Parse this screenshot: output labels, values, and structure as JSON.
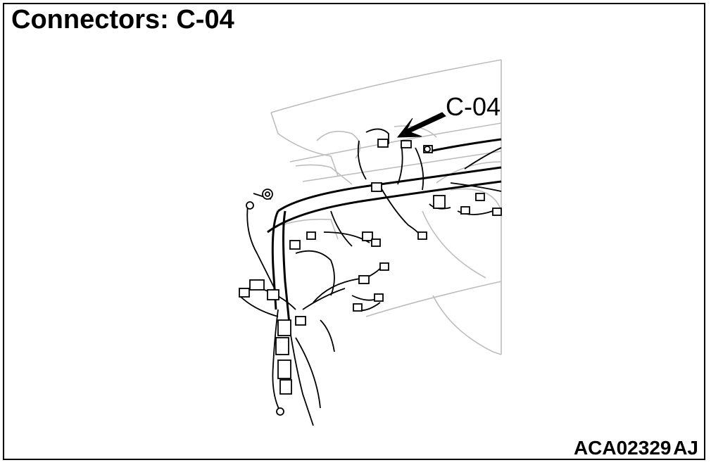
{
  "title": "Connectors: C-04",
  "callout_label": "C-04",
  "figure_code": "ACA02329 AJ",
  "colors": {
    "line": "#000000",
    "outline": "#bdbdbd",
    "background": "#ffffff"
  }
}
